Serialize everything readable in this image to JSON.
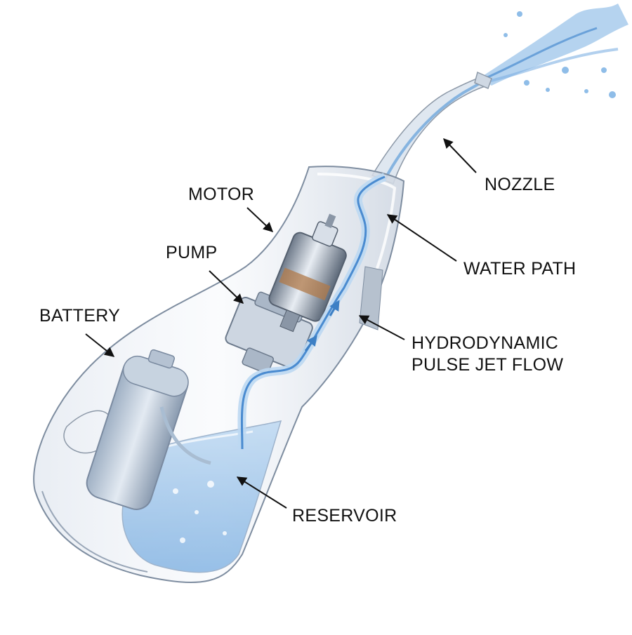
{
  "labels": {
    "nozzle": "NOZZLE",
    "motor": "MOTOR",
    "pump": "PUMP",
    "water_path": "WATER PATH",
    "battery": "BATTERY",
    "hydrodynamic_line1": "HYDRODYNAMIC",
    "hydrodynamic_line2": "PULSE JET FLOW",
    "reservoir": "RESERVOIR"
  },
  "colors": {
    "water": "#6fa7dc",
    "water_dark": "#3d7fc4",
    "body_outline": "#7e8da0",
    "label_text": "#111111"
  }
}
